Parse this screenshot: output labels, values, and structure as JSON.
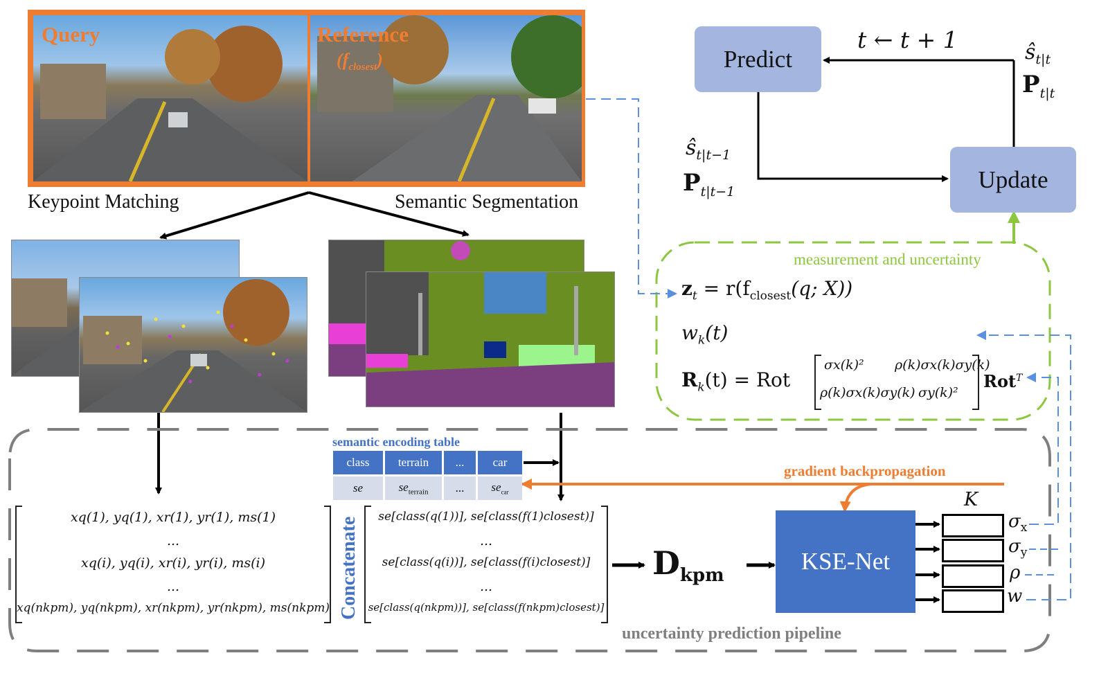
{
  "images": {
    "query_label": "Query",
    "reference_label": "Reference",
    "reference_sub": "(f",
    "reference_sub_index": "closest",
    "reference_sub_close": ")"
  },
  "labels": {
    "keypoint_matching": "Keypoint Matching",
    "semantic_segmentation": "Semantic Segmentation"
  },
  "filter": {
    "predict": "Predict",
    "update": "Update",
    "loop": "t ← t + 1",
    "s_hat_tt": "ŝ",
    "s_hat_tt_sub": "t|t",
    "P_tt": "P",
    "P_tt_sub": "t|t",
    "s_hat_prior": "ŝ",
    "s_hat_prior_sub": "t|t−1",
    "P_prior": "P",
    "P_prior_sub": "t|t−1"
  },
  "measurement": {
    "title": "measurement and uncertainty",
    "eq_z": "z",
    "eq_z_sub": "t",
    "eq_z_rhs": " = r(f",
    "eq_z_rhs_sub": "closest",
    "eq_z_rhs_tail": "(q; X))",
    "eq_w": "w",
    "eq_w_sub": "k",
    "eq_w_tail": "(t)",
    "eq_R": "R",
    "eq_R_sub": "k",
    "eq_R_mid": "(t) = Rot",
    "m11": "σx(k)²",
    "m12": "ρ(k)σx(k)σy(k)",
    "m21": "ρ(k)σx(k)σy(k)",
    "m22": "σy(k)²",
    "rot_t": "Rot",
    "rot_t_sup": "T"
  },
  "encoding_table": {
    "title": "semantic encoding table",
    "header": [
      "class",
      "terrain",
      "...",
      "car"
    ],
    "row": [
      "se",
      "se",
      "...",
      "se"
    ],
    "row_subs": [
      "",
      "terrain",
      "",
      "car"
    ]
  },
  "left_matrix": {
    "rows": [
      "xq(1), yq(1), xr(1), yr(1), ms(1)",
      "...",
      "xq(i), yq(i), xr(i), yr(i), ms(i)",
      "...",
      "xq(nkpm), yq(nkpm), xr(nkpm), yr(nkpm), ms(nkpm)"
    ]
  },
  "concatenate": "Concatenate",
  "right_matrix": {
    "rows": [
      "se[class(q(1))], se[class(f(1)closest)]",
      "...",
      "se[class(q(i))], se[class(f(i)closest)]",
      "...",
      "se[class(q(nkpm))], se[class(f(nkpm)closest)]"
    ]
  },
  "dkpm": "D",
  "dkpm_sub": "kpm",
  "kse_net": "KSE-Net",
  "gradient": "gradient backpropagation",
  "pipeline": "uncertainty prediction pipeline",
  "K": "K",
  "outputs": [
    "σ",
    "σ",
    "ρ",
    "w"
  ],
  "output_subs": [
    "x",
    "y",
    "",
    ""
  ],
  "colors": {
    "orange": "#ee7d31",
    "green": "#8dc63f",
    "blue_box": "#a4b6e0",
    "kse_blue": "#4472c4",
    "dash_blue": "#5b8fe0",
    "gray": "#7f7f7f",
    "table_head": "#4472c4",
    "table_row": "#d6dcea"
  }
}
